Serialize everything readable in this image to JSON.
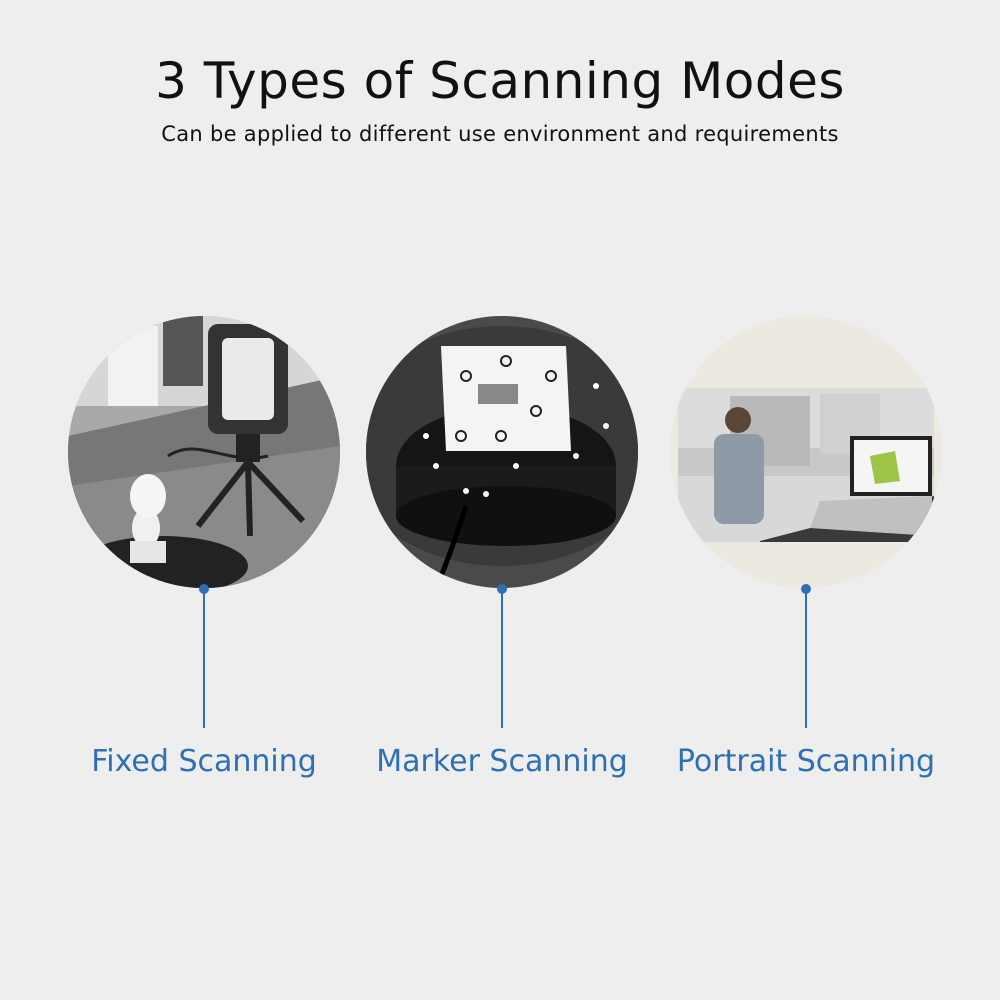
{
  "header": {
    "title": "3 Types of Scanning Modes",
    "subtitle": "Can be applied to different use environment and requirements"
  },
  "modes": [
    {
      "label": "Fixed Scanning"
    },
    {
      "label": "Marker Scanning"
    },
    {
      "label": "Portrait Scanning"
    }
  ],
  "colors": {
    "accent": "#2f6fb3",
    "background": "#eeeeee"
  }
}
